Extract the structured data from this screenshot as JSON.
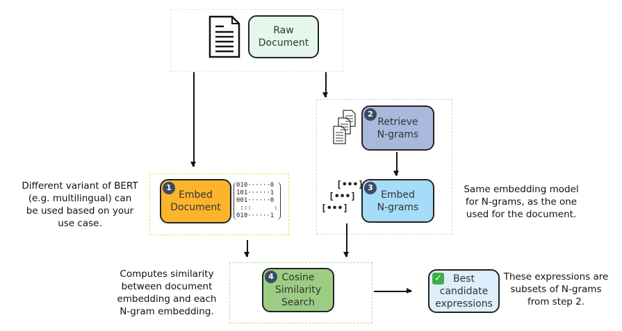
{
  "nodes": {
    "raw_document": "Raw\nDocument",
    "embed_document": {
      "step": "1",
      "label": "Embed\nDocument"
    },
    "retrieve_ngrams": {
      "step": "2",
      "label": "Retrieve\nN-grams"
    },
    "embed_ngrams": {
      "step": "3",
      "label": "Embed\nN-grams"
    },
    "cosine_search": {
      "step": "4",
      "label": "Cosine\nSimilarity\nSearch"
    },
    "best_candidates": "Best\ncandidate\nexpressions"
  },
  "matrix": "010······0\n101······1\n001······0\n :::      :\n010······1",
  "notes": {
    "bert": "Different variant of BERT\n(e.g. multilingual) can\nbe used based on your\nuse case.",
    "similarity": "Computes similarity\nbetween document\nembedding and each\nN-gram embedding.",
    "same_model": "Same embedding model\nfor N-grams, as the one\nused for the document.",
    "subsets": "These expressions are\nsubsets of N-grams\nfrom step 2."
  },
  "icons": {
    "ngram": "[•••]",
    "check": "✓"
  },
  "colors": {
    "raw": "#e5f7ec",
    "embed_doc": "#fbb52c",
    "retrieve": "#a9b9dc",
    "embed_ngrams": "#a6dcf8",
    "cosine": "#9dcd84",
    "best": "#ddeefd"
  }
}
